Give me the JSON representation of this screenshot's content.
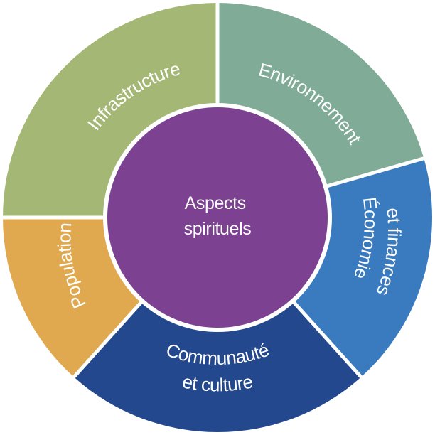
{
  "diagram": {
    "center": {
      "lines": [
        "Aspects",
        "spirituels"
      ],
      "color": "#7d4192"
    },
    "segments": [
      {
        "id": "infrastructure",
        "lines": [
          "Infrastructure"
        ],
        "color": "#a4b774"
      },
      {
        "id": "environnement",
        "lines": [
          "Environnement"
        ],
        "color": "#7fab97"
      },
      {
        "id": "economie",
        "lines": [
          "Économie",
          "et finances"
        ],
        "color": "#3a7bbf"
      },
      {
        "id": "communaute",
        "lines": [
          "Communauté",
          "et culture"
        ],
        "color": "#23488d"
      },
      {
        "id": "population",
        "lines": [
          "Population"
        ],
        "color": "#e1a94f"
      }
    ]
  }
}
